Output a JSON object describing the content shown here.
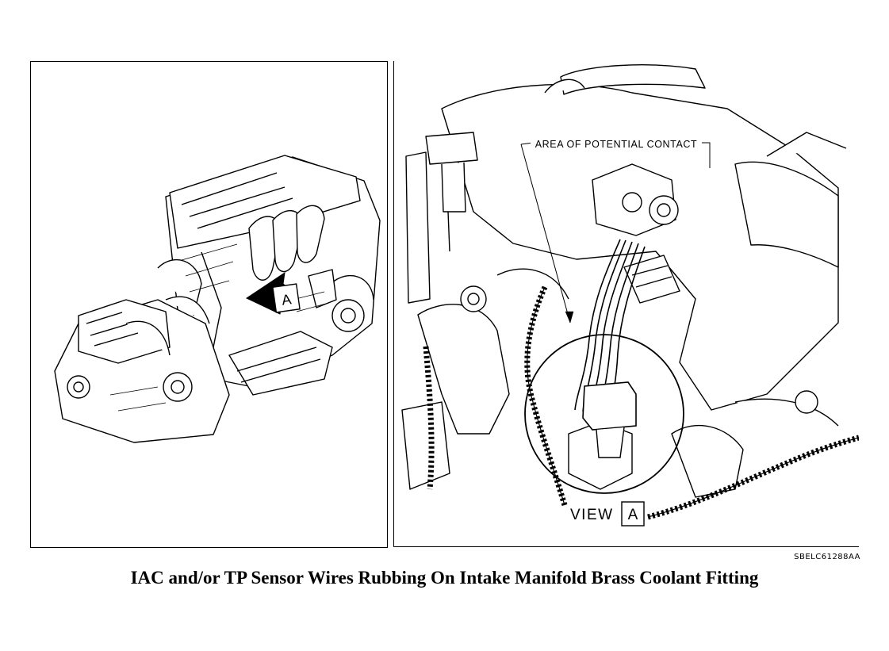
{
  "left_view": {
    "callout_letter": "A"
  },
  "right_view": {
    "contact_label": "AREA OF POTENTIAL CONTACT",
    "view_label": "VIEW",
    "view_letter": "A"
  },
  "figure_code": "SBELC61288AA",
  "caption": "IAC and/or TP Sensor Wires Rubbing On Intake Manifold Brass Coolant Fitting"
}
